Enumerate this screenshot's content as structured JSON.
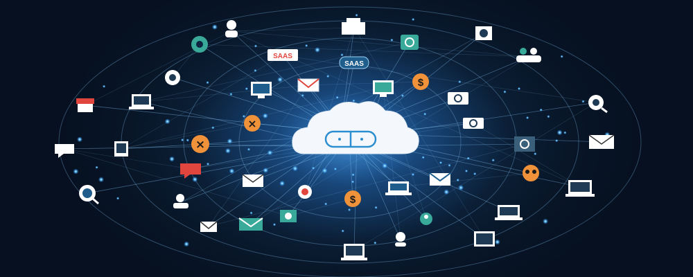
{
  "labels": {
    "saas_red": "SAAS",
    "saas_blue": "SAAS",
    "dollar": "$",
    "close_mark": "×"
  },
  "colors": {
    "background": "#07111f",
    "glow": "#2f8fff",
    "node": "#5fc4ff",
    "line": "#7fb8e6",
    "cloud": "#f4f8fc",
    "cloud_icon": "#2c8ecf",
    "orange": "#f0923a",
    "teal": "#39a99a",
    "red": "#e0453e",
    "white": "#ffffff"
  },
  "icons": [
    "cloud-icon",
    "saas-badge-red",
    "saas-badge-blue",
    "dollar-coin-icon",
    "close-circle-icon",
    "envelope-icon",
    "monitor-icon",
    "laptop-icon",
    "gear-icon",
    "sync-icon",
    "user-icon",
    "users-icon",
    "shop-icon",
    "search-magnifier-icon",
    "chat-bubble-icon",
    "tablet-icon",
    "document-icon",
    "target-icon",
    "camera-icon",
    "printer-icon"
  ]
}
